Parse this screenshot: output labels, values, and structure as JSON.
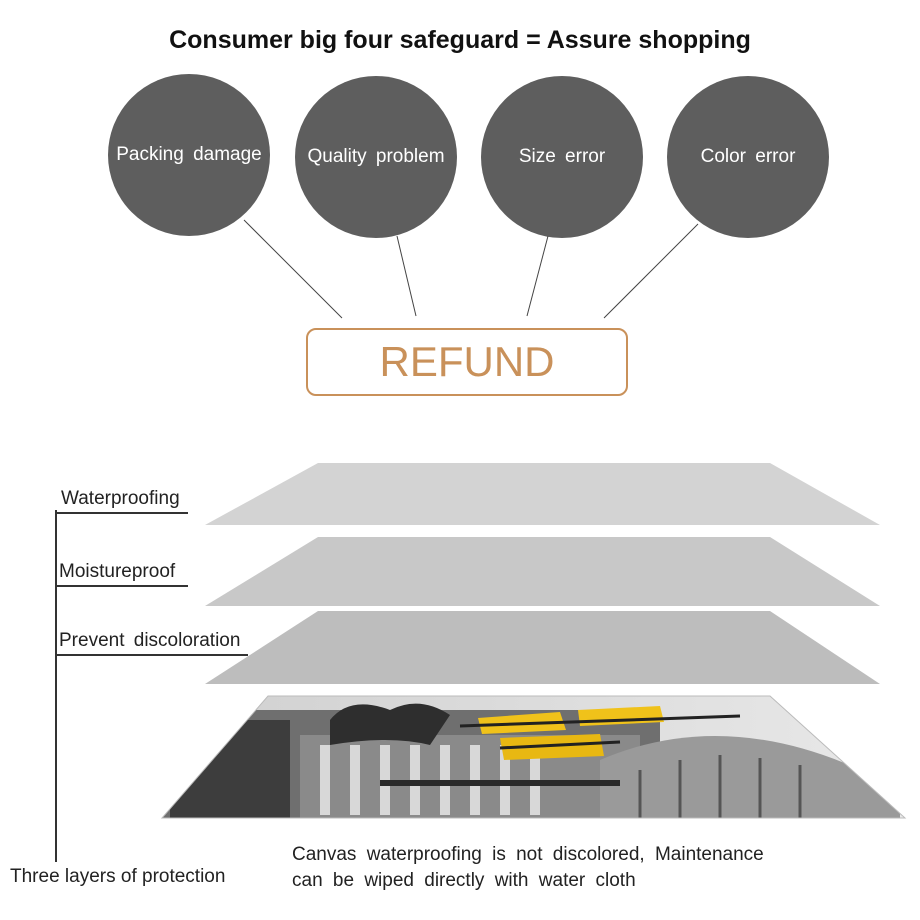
{
  "title": "Consumer big four safeguard = Assure shopping",
  "safeguards": [
    {
      "label": "Packing damage"
    },
    {
      "label": "Quality problem"
    },
    {
      "label": "Size error"
    },
    {
      "label": "Color error"
    }
  ],
  "refund_label": "REFUND",
  "layers": [
    {
      "label": "Waterproofing"
    },
    {
      "label": "Moistureproof"
    },
    {
      "label": "Prevent discoloration"
    }
  ],
  "footer_label": "Three layers of protection",
  "caption": {
    "line1": "Canvas waterproofing is not discolored, Maintenance",
    "line2": "can be wiped directly with water cloth"
  },
  "colors": {
    "circle": "#5e5e5e",
    "refund_accent": "#c9915a",
    "layer": "#d2d2d2",
    "canvas_highlight": "#f0c21a"
  }
}
